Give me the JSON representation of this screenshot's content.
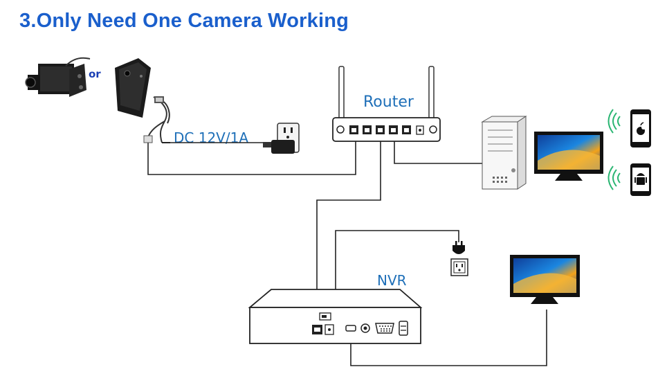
{
  "title": "3.Only Need One Camera Working",
  "labels": {
    "or": "or",
    "power": "DC 12V/1A",
    "router": "Router",
    "nvr": "NVR"
  },
  "colors": {
    "title": "#1a5fcc",
    "label": "#1e6fb8",
    "wire": "#222222",
    "wifi": "#2bb673",
    "screen": "#1b6fd1"
  },
  "icons": [
    "camera-icon",
    "power-outlet-icon",
    "router-icon",
    "pc-tower-icon",
    "monitor-icon",
    "apple-icon",
    "android-icon",
    "wifi-icon",
    "plug-icon",
    "nvr-icon"
  ]
}
